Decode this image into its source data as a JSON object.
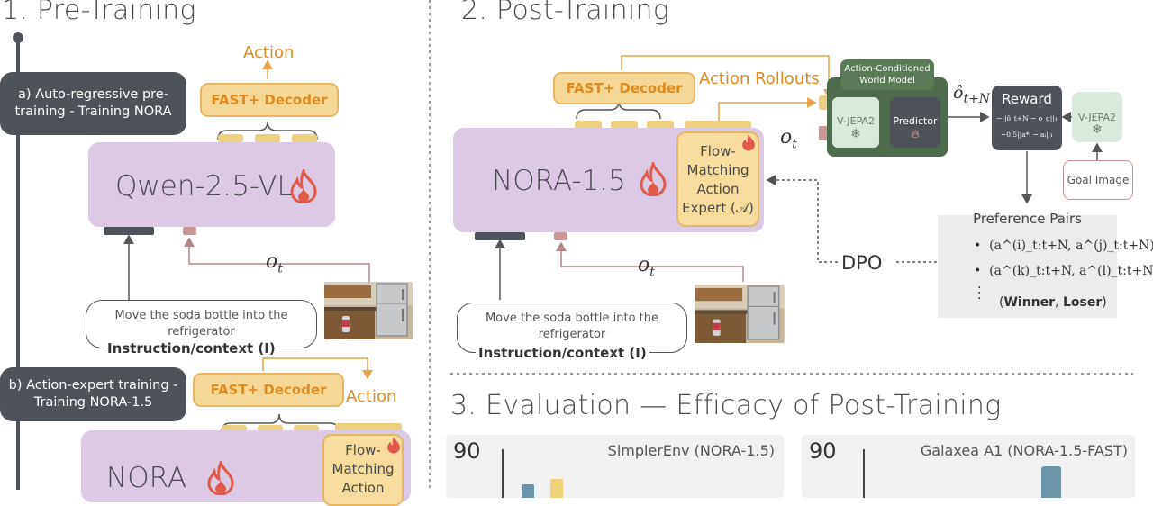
{
  "sections": {
    "pretraining_title": "1. Pre-Training",
    "posttraining_title": "2. Post-Training",
    "evaluation_title": "3. Evaluation — Efficacy of Post-Training"
  },
  "pretraining": {
    "stage_a": "a) Auto-regressive pre-training - Training NORA",
    "stage_b": "b) Action-expert training - Training NORA-1.5",
    "action_label": "Action",
    "decoder_label": "FAST+ Decoder",
    "model_name": "Qwen-2.5-VL",
    "observation": "o",
    "observation_sub": "t",
    "instruction_text": "Move the soda bottle into the refrigerator",
    "instruction_label": "Instruction/context (I)",
    "decoder_label_b": "FAST+ Decoder",
    "action_label_b": "Action",
    "model_name_b": "NORA",
    "expert_text_b": "Flow-Matching Action"
  },
  "posttraining": {
    "decoder_label": "FAST+ Decoder",
    "rollouts_label": "Action Rollouts",
    "model_name": "NORA-1.5",
    "expert_text": "Flow-Matching Action Expert (𝒜)",
    "observation": "o",
    "observation_sub": "t",
    "instruction_text": "Move the soda bottle into the refrigerator",
    "instruction_label": "Instruction/context (I)",
    "world_model_title": "Action-Conditioned World Model",
    "vjepa_label": "V-JEPA2",
    "predictor_label": "Predictor",
    "predicted_obs": "ô",
    "predicted_obs_sub": "t+N",
    "reward_title": "Reward",
    "reward_line1": "−||ô_t+N − o_g||₁",
    "reward_line2": "−0.5||a*ᵢ − aᵢ||₁",
    "goal_vjepa_label": "V-JEPA2",
    "goal_image_label": "Goal Image",
    "dpo_label": "DPO",
    "preference_title": "Preference Pairs",
    "pref_item1": "(a^(i)_t:t+N, a^(j)_t:t+N)",
    "pref_item2": "(a^(k)_t:t+N, a^(l)_t:t+N)",
    "winner_loser": "(Winner, Loser)",
    "winner_label": "Winner",
    "loser_label": "Loser"
  },
  "evaluation": {
    "left_chart": {
      "title": "SimplerEnv (NORA-1.5)",
      "y_top_label": "90"
    },
    "right_chart": {
      "title": "Galaxea A1 (NORA-1.5-FAST)",
      "y_top_label": "90"
    }
  },
  "colors": {
    "dark_pill": "#4d5359",
    "decoder_fill": "#f6d896",
    "decoder_text": "#e08a22",
    "model_fill": "#dcc9e4",
    "world_model": "#4f6b4d",
    "vjepa_fill": "#dbe9dc",
    "fire": "#e05a4a"
  }
}
